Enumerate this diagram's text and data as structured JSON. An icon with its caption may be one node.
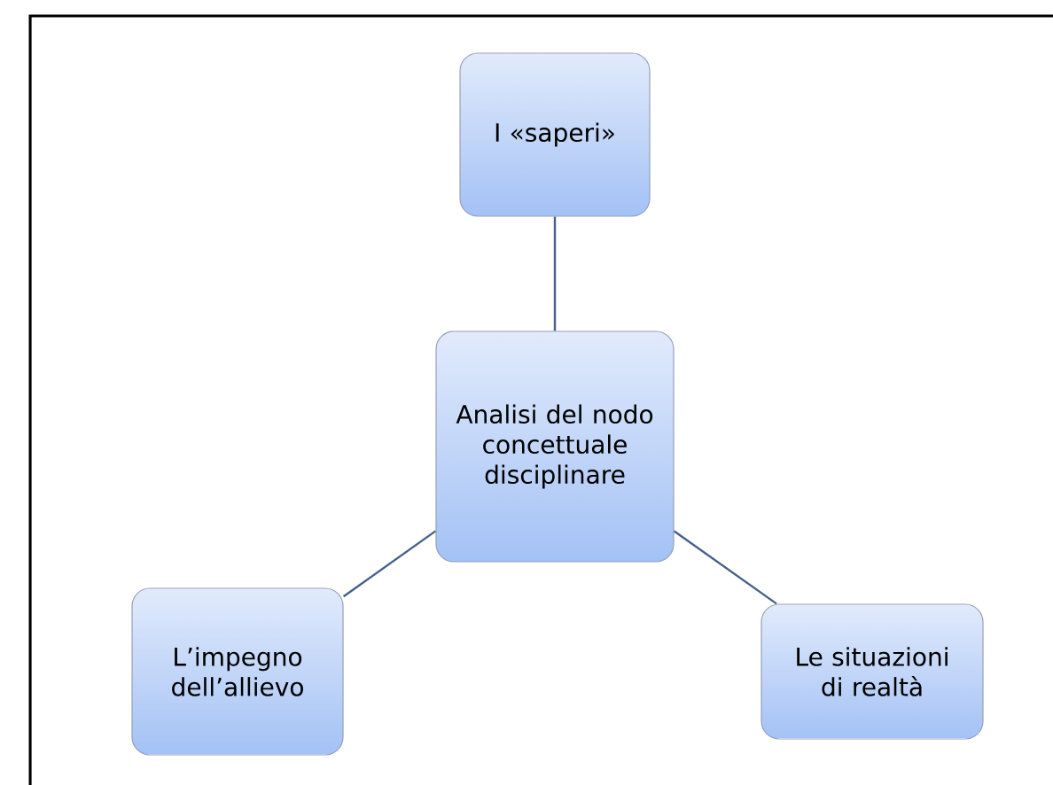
{
  "diagram": {
    "nodes": [
      {
        "text": [
          "I «saperi»"
        ]
      },
      {
        "text": [
          "Analisi del nodo concettuale disciplinare"
        ]
      },
      {
        "text": [
          "L’impegno dell’allievo"
        ]
      },
      {
        "text": [
          "Le situazioni di realtà"
        ]
      }
    ],
    "edges": [
      {
        "from": 1,
        "to": 0,
        "arrow": "none"
      },
      {
        "from": 1,
        "to": 2,
        "arrow": "none"
      },
      {
        "from": 1,
        "to": 3,
        "arrow": "none"
      }
    ]
  }
}
